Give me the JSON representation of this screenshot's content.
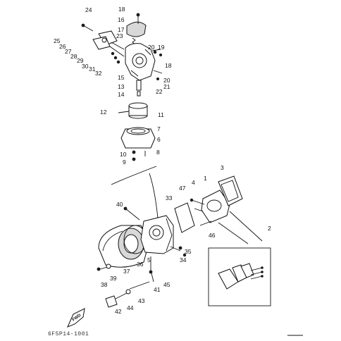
{
  "diagram": {
    "type": "exploded-parts-view",
    "callouts": [
      "1",
      "2",
      "3",
      "4",
      "5",
      "6",
      "7",
      "8",
      "9",
      "10",
      "11",
      "12",
      "13",
      "14",
      "15",
      "16",
      "17",
      "18",
      "18",
      "19",
      "20",
      "20",
      "21",
      "22",
      "23",
      "24",
      "25",
      "26",
      "27",
      "28",
      "29",
      "30",
      "31",
      "32",
      "33",
      "34",
      "35",
      "36",
      "37",
      "38",
      "39",
      "40",
      "41",
      "42",
      "43",
      "44",
      "45",
      "46",
      "47"
    ],
    "direction_label": "FWD",
    "footer_code": "6F5P14-1001"
  }
}
